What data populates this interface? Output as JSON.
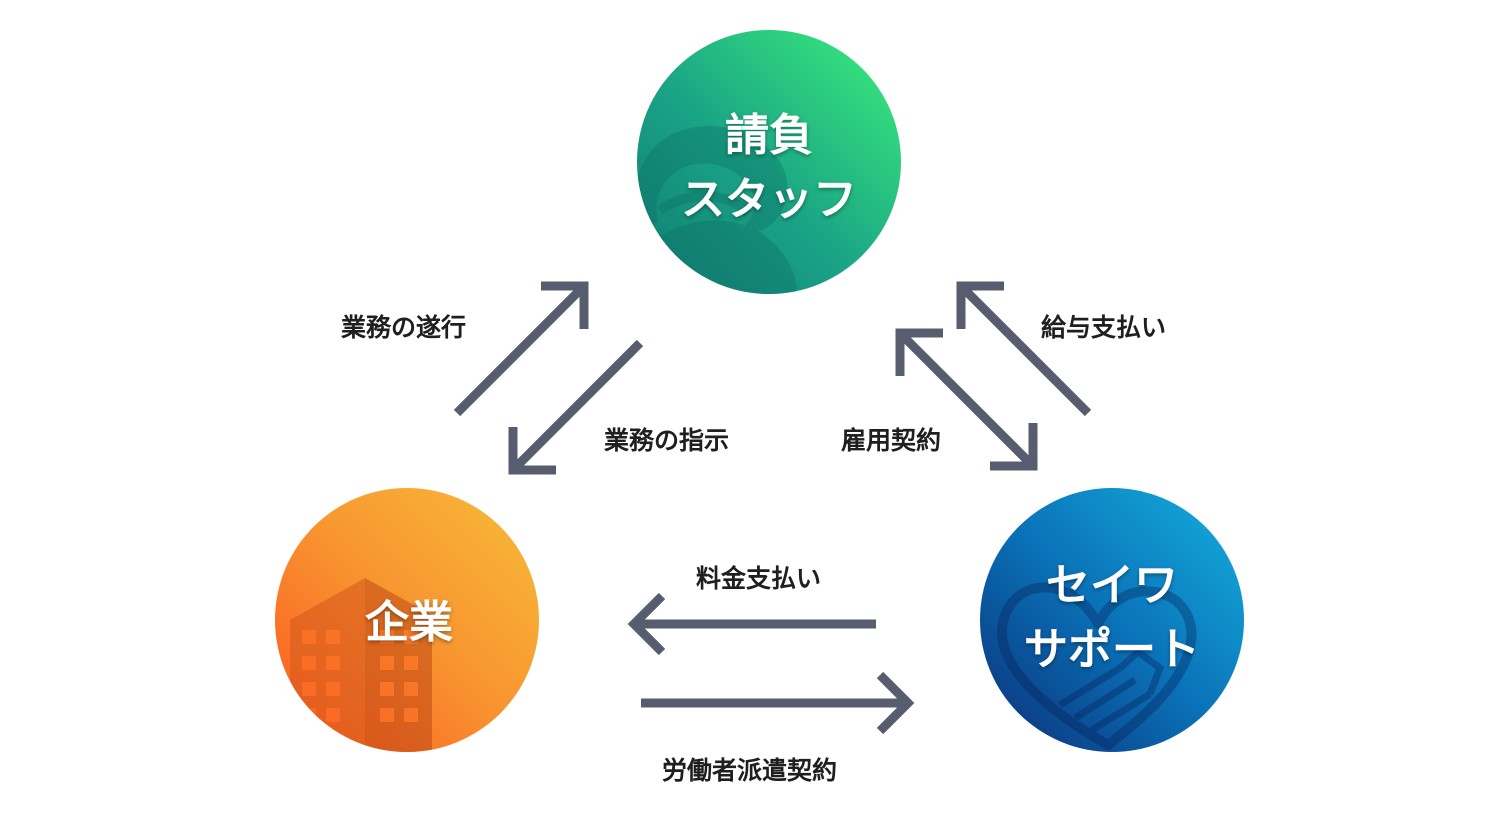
{
  "nodes": {
    "contract_staff": {
      "line1": "請負",
      "line2": "スタッフ"
    },
    "company": {
      "label": "企業"
    },
    "seiwa_support": {
      "line1": "セイワ",
      "line2": "サポート"
    }
  },
  "edges": {
    "business_execution": "業務の遂行",
    "business_instruction": "業務の指示",
    "salary_payment": "給与支払い",
    "employment_contract": "雇用契約",
    "fee_payment": "料金支払い",
    "dispatch_contract": "労働者派遣契約"
  }
}
